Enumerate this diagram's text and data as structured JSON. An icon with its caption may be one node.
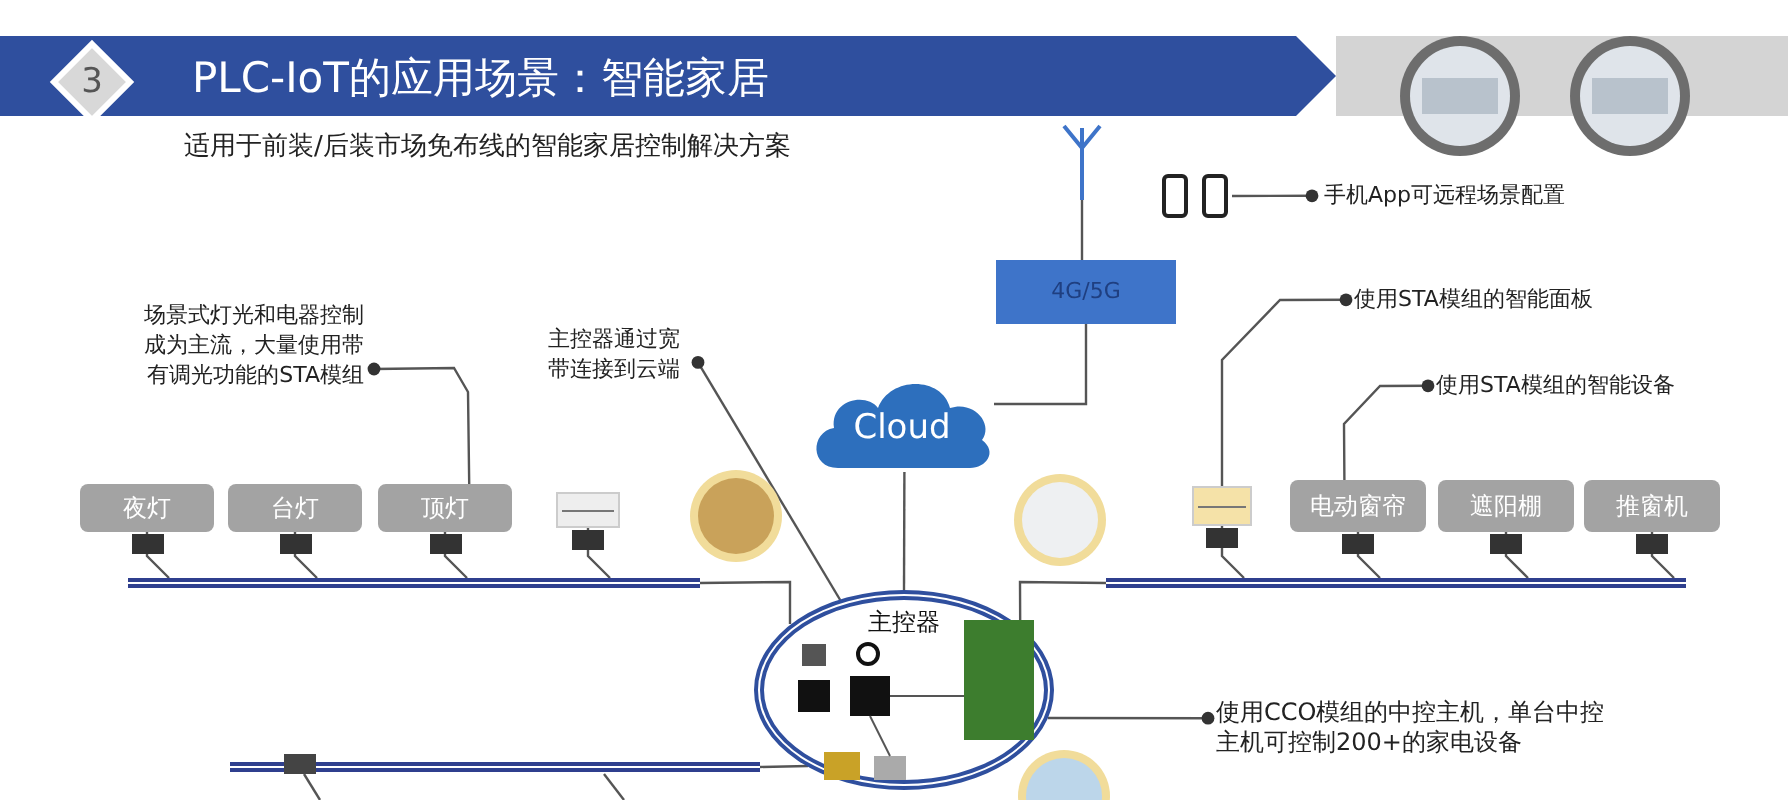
{
  "diagram": {
    "title": "PLC-IoT的应用场景：智能家居",
    "caption": "适用于前装/后装市场免布线的智能家居控制解决方案",
    "nodes": [
      {
        "text": [
          "3"
        ]
      },
      {
        "text": [
          "场景式灯光和电器控制成为主流，大量使用带有调光功能的STA模组"
        ]
      },
      {
        "text": [
          "夜灯"
        ]
      },
      {
        "text": [
          "台灯"
        ]
      },
      {
        "text": [
          "顶灯"
        ]
      },
      {
        "text": [],
        "shape": "box"
      },
      {
        "text": [
          "主控器通过宽带连接到云端"
        ]
      },
      {
        "text": [
          "Cloud"
        ]
      },
      {
        "text": [
          "4G/5G"
        ]
      },
      {
        "text": [],
        "shape": "picture"
      },
      {
        "text": [],
        "shape": "picture"
      },
      {
        "text": [
          "手机App可远程场景配置"
        ]
      },
      {
        "text": [
          "使用STA模组的智能面板"
        ]
      },
      {
        "text": [
          "使用STA模组的智能设备"
        ]
      },
      {
        "text": [],
        "shape": "box"
      },
      {
        "text": [
          "电动窗帘"
        ]
      },
      {
        "text": [
          "遮阳棚"
        ]
      },
      {
        "text": [
          "推窗机"
        ]
      },
      {
        "text": [
          "主控器"
        ]
      },
      {
        "text": [
          "使用CCO模组的中控主机，单台中控主机可控制200+的家电设备"
        ]
      },
      {
        "text": [],
        "shape": "bar"
      },
      {
        "text": [],
        "shape": "bar"
      },
      {
        "text": [],
        "shape": "bar"
      }
    ],
    "edges": [
      {
        "from": 1,
        "to": 4,
        "arrow": "other"
      },
      {
        "from": 6,
        "to": 18,
        "arrow": "other"
      },
      {
        "from": 7,
        "to": 18,
        "arrow": "none"
      },
      {
        "from": 8,
        "to": 7,
        "arrow": "none"
      },
      {
        "from": 9,
        "to": 8,
        "arrow": "none"
      },
      {
        "from": 11,
        "to": 10,
        "arrow": "other"
      },
      {
        "from": 12,
        "to": 14,
        "arrow": "other"
      },
      {
        "from": 13,
        "to": 15,
        "arrow": "other"
      },
      {
        "from": 19,
        "to": 18,
        "arrow": "other"
      },
      {
        "from": 2,
        "to": 20,
        "arrow": "none"
      },
      {
        "from": 3,
        "to": 20,
        "arrow": "none"
      },
      {
        "from": 4,
        "to": 20,
        "arrow": "none"
      },
      {
        "from": 5,
        "to": 20,
        "arrow": "none"
      },
      {
        "from": 14,
        "to": 21,
        "arrow": "none"
      },
      {
        "from": 15,
        "to": 21,
        "arrow": "none"
      },
      {
        "from": 16,
        "to": 21,
        "arrow": "none"
      },
      {
        "from": 17,
        "to": 21,
        "arrow": "none"
      },
      {
        "from": 20,
        "to": 18,
        "arrow": "none"
      },
      {
        "from": 21,
        "to": 18,
        "arrow": "none"
      },
      {
        "from": 22,
        "to": 18,
        "arrow": "none"
      }
    ]
  }
}
